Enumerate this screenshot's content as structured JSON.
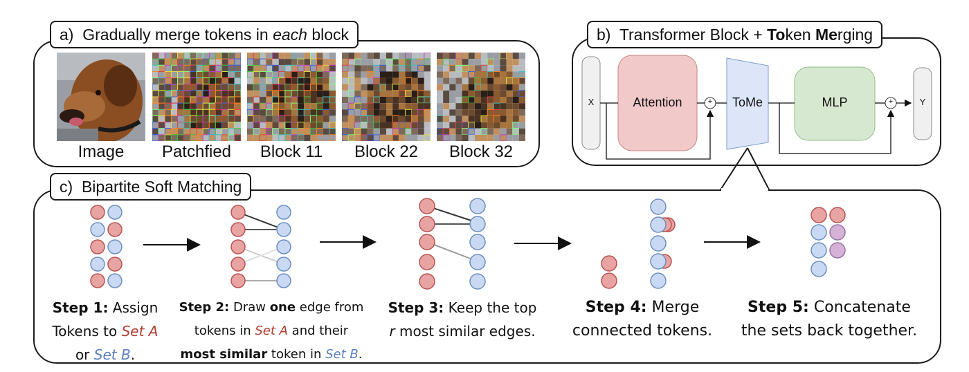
{
  "panel_a": {
    "prefix": "a)",
    "title_pre": "Gradually merge tokens in ",
    "title_em": "each",
    "title_post": " block",
    "images": [
      {
        "label": "Image"
      },
      {
        "label": "Patchfied"
      },
      {
        "label": "Block 11"
      },
      {
        "label": "Block 22"
      },
      {
        "label": "Block 32"
      }
    ]
  },
  "panel_b": {
    "prefix": "b)",
    "title_pre": "Transformer Block + ",
    "title_b1": "To",
    "title_mid": "ken ",
    "title_b2": "Me",
    "title_post": "rging",
    "x_label": "X",
    "attention_label": "Attention",
    "tome_label": "ToMe",
    "mlp_label": "MLP",
    "y_label": "Y",
    "plus": "+",
    "colors": {
      "attention": "#f2c9c9",
      "tome": "#dce6f8",
      "mlp": "#d6e9d0"
    }
  },
  "panel_c": {
    "prefix": "c)",
    "title": "Bipartite Soft Matching",
    "colors": {
      "set_a": "#e8a3a3",
      "set_b": "#c9d9f3",
      "merged": "#d6b3d6"
    },
    "steps": [
      {
        "head": "Step 1:",
        "t1": " Assign",
        "t2": "Tokens to ",
        "setA": "Set A",
        "t3": "or ",
        "setB": "Set B",
        "t4": "."
      },
      {
        "head": "Step 2:",
        "t1": " Draw ",
        "b1": "one",
        "t2": " edge from",
        "t3": "tokens in ",
        "setA": "Set A",
        "t4": " and their",
        "b2": "most similar",
        "t5": " token in ",
        "setB": "Set B",
        "t6": "."
      },
      {
        "head": "Step 3:",
        "t1": " Keep the top",
        "em": "r",
        "t2": " most similar edges."
      },
      {
        "head": "Step 4:",
        "t1": " Merge",
        "t2": "connected tokens."
      },
      {
        "head": "Step 5:",
        "t1": " Concatenate",
        "t2": "the sets back together."
      }
    ]
  }
}
